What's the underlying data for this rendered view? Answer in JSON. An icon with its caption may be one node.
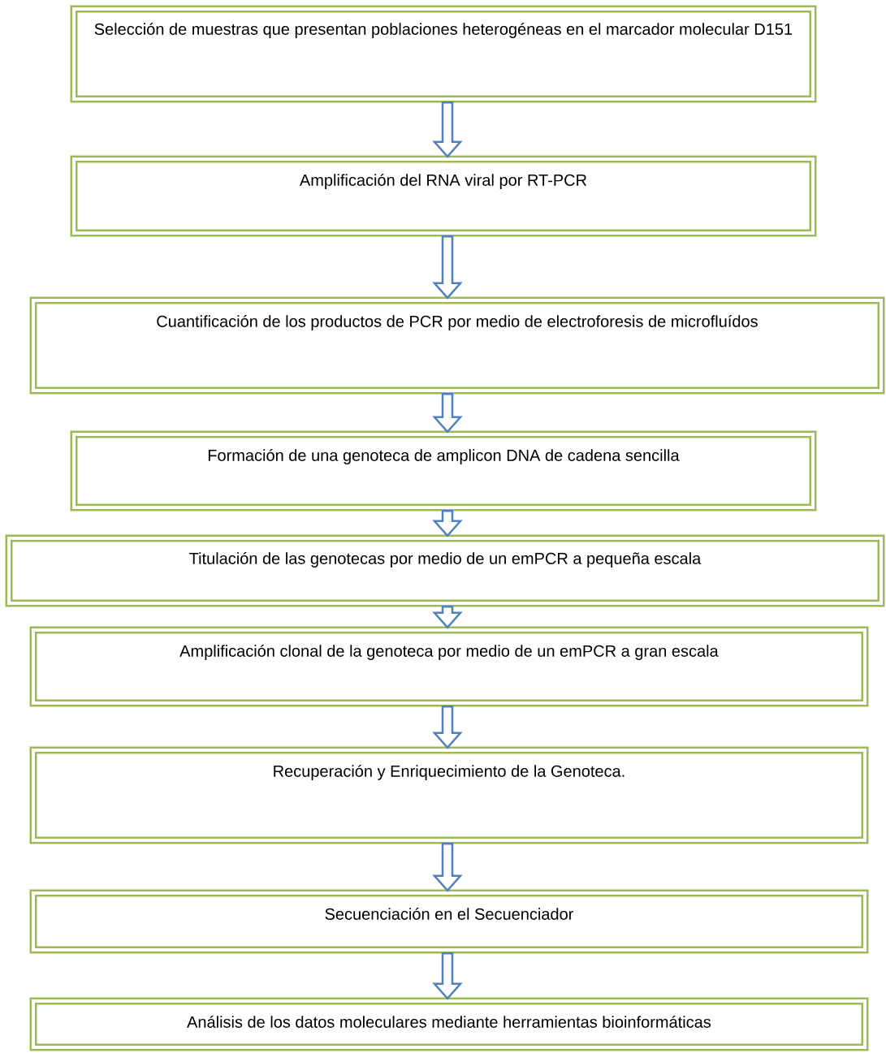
{
  "diagram": {
    "nodes": [
      {
        "text": [
          "Selección de muestras que presentan poblaciones heterogéneas en el marcador molecular D151"
        ]
      },
      {
        "text": [
          "Amplificación del RNA viral por RT-PCR"
        ]
      },
      {
        "text": [
          "Cuantificación de los productos de PCR por medio de electroforesis de microfluídos"
        ]
      },
      {
        "text": [
          "Formación de una genoteca de amplicon DNA de cadena sencilla"
        ]
      },
      {
        "text": [
          "Titulación de las genotecas por medio de un emPCR a pequeña escala"
        ]
      },
      {
        "text": [
          "Amplificación clonal de la genoteca por medio de un emPCR a gran escala"
        ]
      },
      {
        "text": [
          "Recuperación y Enriquecimiento de la Genoteca."
        ]
      },
      {
        "text": [
          "Secuenciación en el Secuenciador"
        ]
      },
      {
        "text": [
          "Análisis de los datos moleculares mediante herramientas bioinformáticas"
        ]
      }
    ],
    "edges": [
      {
        "from": 0,
        "to": 1,
        "arrow": "to"
      },
      {
        "from": 1,
        "to": 2,
        "arrow": "to"
      },
      {
        "from": 2,
        "to": 3,
        "arrow": "to"
      },
      {
        "from": 3,
        "to": 4,
        "arrow": "to"
      },
      {
        "from": 4,
        "to": 5,
        "arrow": "to"
      },
      {
        "from": 5,
        "to": 6,
        "arrow": "to"
      },
      {
        "from": 6,
        "to": 7,
        "arrow": "to"
      },
      {
        "from": 7,
        "to": 8,
        "arrow": "to"
      }
    ]
  }
}
